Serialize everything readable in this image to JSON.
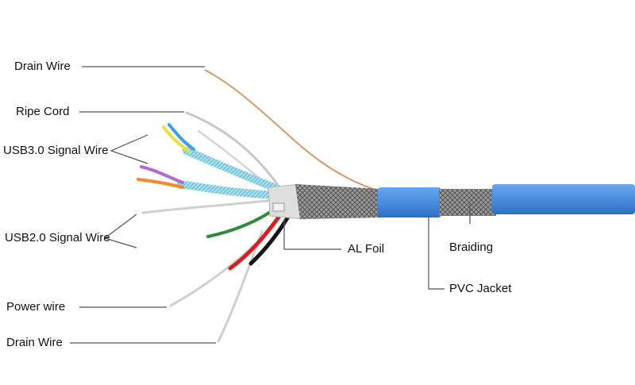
{
  "labels": {
    "drain_wire_top": "Drain Wire",
    "ripe_cord": "Ripe Cord",
    "usb3_signal_wire": "USB3.0 Signal Wire",
    "usb2_signal_wire": "USB2.0 Signal Wire",
    "power_wire": "Power wire",
    "drain_wire_bottom": "Drain Wire",
    "al_foil": "AL Foil",
    "braiding": "Braiding",
    "pvc_jacket": "PVC Jacket"
  },
  "colors": {
    "jacket_blue": "#4d8fe0",
    "jacket_shadow": "#2f6fc4",
    "braid": "#8c8c8c",
    "foil": "#d9d9d9",
    "twisted_pair_shield": "#8fd3e6",
    "drain_copper": "#d59a6a",
    "wire_yellow": "#e8e23a",
    "wire_blue": "#3aa0e8",
    "wire_purple": "#b06ad0",
    "wire_orange": "#f08a2a",
    "wire_green": "#2e8b3a",
    "wire_red": "#d62020",
    "wire_black": "#161616",
    "leader_line": "#555555"
  }
}
